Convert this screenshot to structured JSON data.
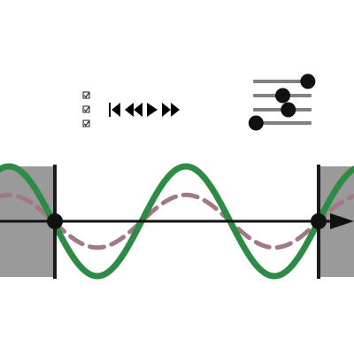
{
  "checkboxes": [
    {
      "checked": true
    },
    {
      "checked": true
    },
    {
      "checked": true
    }
  ],
  "playback": {
    "icons": [
      "skip-to-start-icon",
      "step-back-icon",
      "play-icon",
      "fast-forward-icon"
    ]
  },
  "sliders": [
    {
      "value": 0.95
    },
    {
      "value": 0.5
    },
    {
      "value": 0.6
    },
    {
      "value": 0.02
    }
  ],
  "graph": {
    "waves": [
      {
        "name": "",
        "color": "#2e8b45",
        "amplitude": 1.0,
        "style": "solid"
      },
      {
        "name": "",
        "color": "#a07888",
        "amplitude": 0.48,
        "style": "dashed"
      }
    ],
    "shade_color": "#9a9a9a",
    "boundary_color": "#1a1a1a",
    "axis_color": "#111111"
  }
}
